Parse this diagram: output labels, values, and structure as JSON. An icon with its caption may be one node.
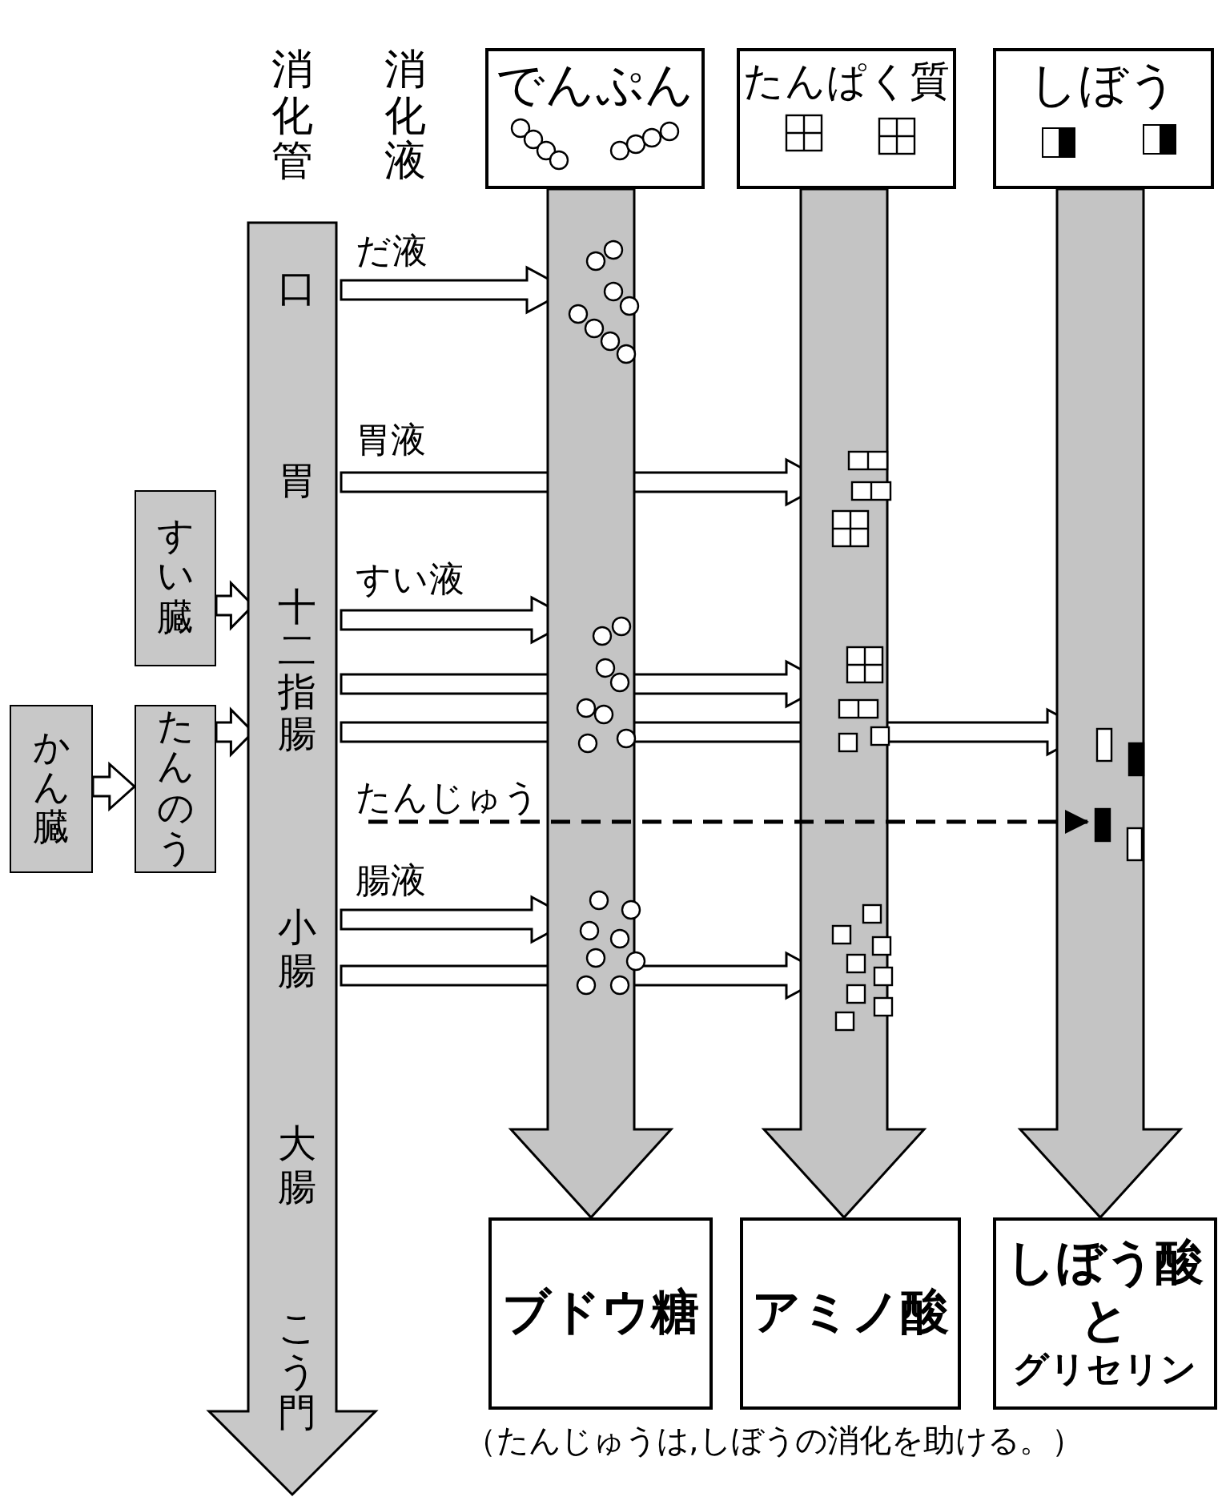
{
  "diagram": {
    "caption": "（たんじゅうは,しぼうの消化を助ける。）",
    "nodes": [
      {
        "text": [
          "消化管"
        ]
      },
      {
        "text": [
          "口"
        ],
        "in": 0
      },
      {
        "text": [
          "胃"
        ],
        "in": 0
      },
      {
        "text": [
          "十二指腸"
        ],
        "in": 0
      },
      {
        "text": [
          "小腸"
        ],
        "in": 0
      },
      {
        "text": [
          "大腸"
        ],
        "in": 0
      },
      {
        "text": [
          "こう門"
        ],
        "in": 0
      },
      {
        "text": [
          "でんぷん"
        ]
      },
      {
        "text": [
          "たんぱく質"
        ]
      },
      {
        "text": [
          "しぼう"
        ]
      },
      {
        "text": [
          "すい臓"
        ]
      },
      {
        "text": [
          "かん臓"
        ]
      },
      {
        "text": [
          "たんのう"
        ]
      },
      {
        "text": [],
        "shape": "picture"
      },
      {
        "text": [],
        "shape": "picture"
      },
      {
        "text": [],
        "shape": "picture"
      },
      {
        "text": [],
        "shape": "picture"
      },
      {
        "text": [],
        "shape": "picture"
      },
      {
        "text": [],
        "shape": "picture"
      },
      {
        "text": [],
        "shape": "picture"
      },
      {
        "text": [],
        "shape": "picture"
      },
      {
        "text": [
          "ブドウ糖"
        ]
      },
      {
        "text": [
          "アミノ酸"
        ]
      },
      {
        "text": [
          "しぼう酸",
          "と",
          "グリセリン"
        ]
      }
    ],
    "edges": [
      {
        "from": 1,
        "to": 13,
        "arrow": "to",
        "label": "だ液"
      },
      {
        "from": 2,
        "to": 14,
        "arrow": "to",
        "label": "胃液"
      },
      {
        "from": 3,
        "to": 15,
        "arrow": "to",
        "label": "すい液"
      },
      {
        "from": 3,
        "to": 16,
        "arrow": "to"
      },
      {
        "from": 3,
        "to": 17,
        "arrow": "to"
      },
      {
        "from": null,
        "to": 18,
        "arrow": "to",
        "label": "たんじゅう",
        "style": "dashed"
      },
      {
        "from": 4,
        "to": 19,
        "arrow": "to",
        "label": "腸液"
      },
      {
        "from": 4,
        "to": 20,
        "arrow": "to"
      },
      {
        "from": 10,
        "to": 3,
        "arrow": "to"
      },
      {
        "from": 12,
        "to": 3,
        "arrow": "to"
      },
      {
        "from": 11,
        "to": 12,
        "arrow": "to"
      },
      {
        "from": 7,
        "to": 21,
        "arrow": "to",
        "style": "thick",
        "color": "#c4c4c4"
      },
      {
        "from": 8,
        "to": 22,
        "arrow": "to",
        "style": "thick",
        "color": "#c4c4c4"
      },
      {
        "from": 9,
        "to": 23,
        "arrow": "to",
        "style": "thick",
        "color": "#c4c4c4"
      }
    ],
    "labels": [
      "消化液"
    ]
  }
}
